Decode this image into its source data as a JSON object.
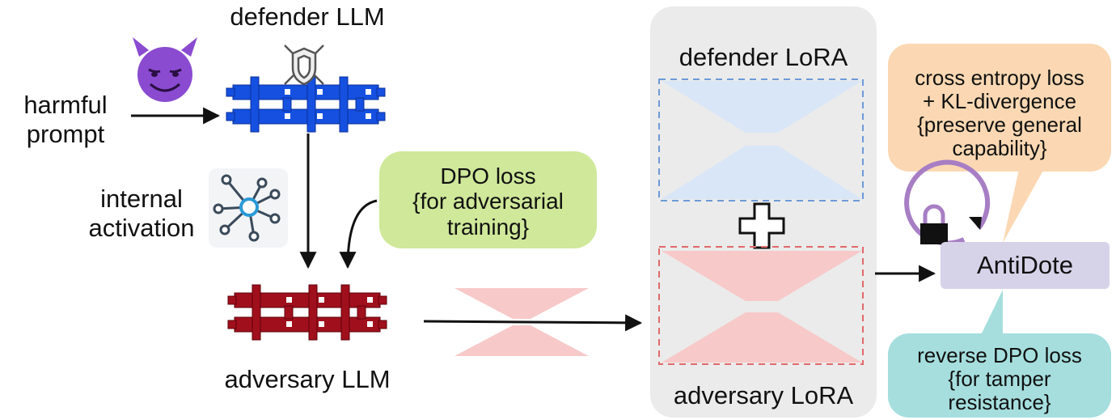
{
  "labels": {
    "defender_llm": "defender LLM",
    "adversary_llm": "adversary LLM",
    "harmful_prompt": "harmful\nprompt",
    "internal_activation": "internal\nactivation",
    "defender_lora": "defender LoRA",
    "adversary_lora": "adversary LoRA",
    "antidote": "AntiDote"
  },
  "bubbles": {
    "dpo_loss": "DPO loss\n{for adversarial\ntraining}",
    "ce_kl": "cross entropy loss\n+ KL-divergence\n{preserve general\ncapability}",
    "reverse_dpo": "reverse DPO loss\n{for tamper\nresistance}"
  },
  "icons": {
    "devil": "smiling-devil-icon",
    "shield": "shield-crossed-swords-icon",
    "network": "network-nodes-icon",
    "lock": "lock-icon",
    "plus": "plus-icon"
  },
  "colors": {
    "defender_model": "#1550e0",
    "adversary_model": "#a0101c",
    "defender_lora_fill": "#d9e6f7",
    "adversary_lora_fill": "#f7c9c9",
    "lora_panel": "#ebebeb",
    "dpo_bubble": "#cfe89a",
    "ce_bubble": "#fbd8b3",
    "reverse_bubble": "#a6dede",
    "antidote_box": "#d6d2e8",
    "lock_ring": "#a77ec4"
  }
}
